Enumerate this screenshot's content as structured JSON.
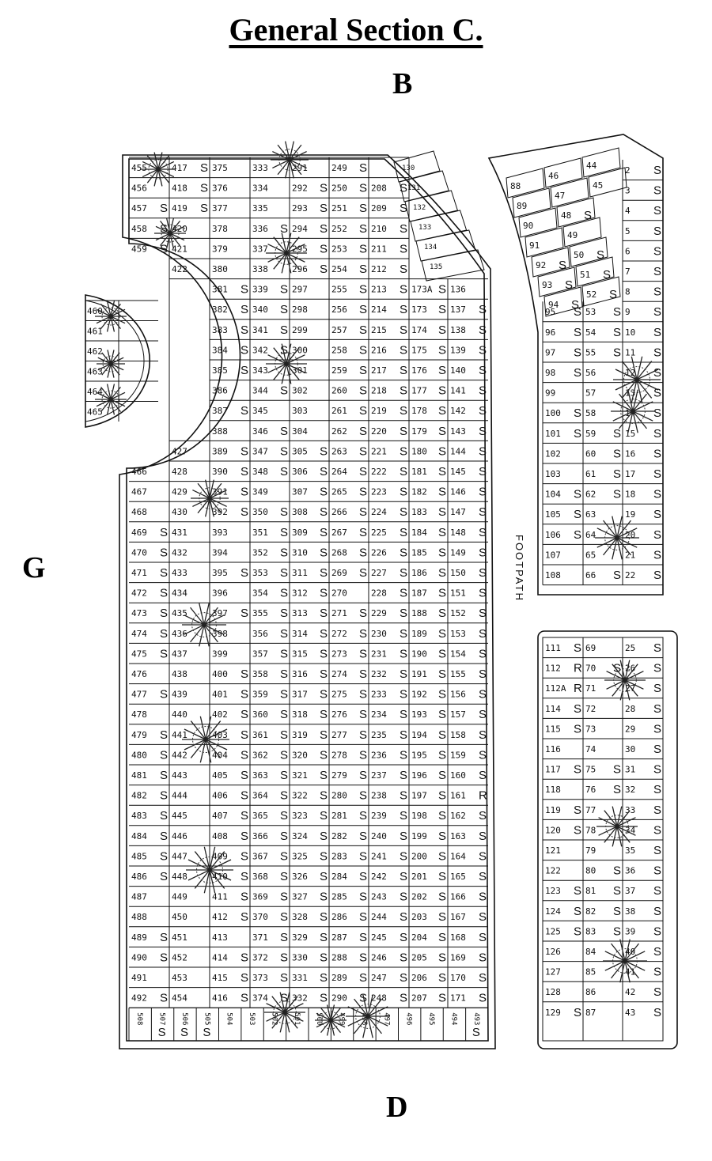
{
  "title": "General Section C.",
  "compass": {
    "north": "B",
    "west": "G",
    "south": "D"
  },
  "footpath_label": "FOOTPATH",
  "main_block": {
    "rows": [
      [
        "455",
        "417 S",
        "375",
        "333",
        "291",
        "249 S"
      ],
      [
        "456",
        "418 S",
        "376",
        "334",
        "292 S",
        "250 S",
        "208 S"
      ],
      [
        "457 S",
        "419 S",
        "377",
        "335",
        "293 S",
        "251 S",
        "209 S"
      ],
      [
        "458 S",
        "420",
        "378",
        "336 S",
        "294 S",
        "252 S",
        "210 S"
      ],
      [
        "459 S",
        "421",
        "379",
        "337",
        "295 S",
        "253 S",
        "211 S"
      ],
      [
        "",
        "422",
        "380",
        "338",
        "296 S",
        "254 S",
        "212 S"
      ],
      [
        "",
        "",
        "381 S",
        "339 S",
        "297",
        "255 S",
        "213 S",
        "173A S",
        "136"
      ],
      [
        "",
        "",
        "382 S",
        "340 S",
        "298",
        "256 S",
        "214 S",
        "173 S",
        "137 S"
      ],
      [
        "",
        "",
        "383 S",
        "341 S",
        "299",
        "257 S",
        "215 S",
        "174 S",
        "138 S"
      ],
      [
        "",
        "",
        "384 S",
        "342 S",
        "300",
        "258 S",
        "216 S",
        "175 S",
        "139 S"
      ],
      [
        "",
        "",
        "385 S",
        "343",
        "301",
        "259 S",
        "217 S",
        "176 S",
        "140 S"
      ],
      [
        "",
        "",
        "386",
        "344 S",
        "302",
        "260 S",
        "218 S",
        "177 S",
        "141 S"
      ],
      [
        "",
        "",
        "387 S",
        "345",
        "303",
        "261 S",
        "219 S",
        "178 S",
        "142 S"
      ],
      [
        "",
        "",
        "388",
        "346 S",
        "304",
        "262 S",
        "220 S",
        "179 S",
        "143 S"
      ],
      [
        "",
        "427",
        "389 S",
        "347 S",
        "305 S",
        "263 S",
        "221 S",
        "180 S",
        "144 S"
      ],
      [
        "466",
        "428",
        "390 S",
        "348 S",
        "306 S",
        "264 S",
        "222 S",
        "181 S",
        "145 S"
      ],
      [
        "467",
        "429",
        "391 S",
        "349",
        "307 S",
        "265 S",
        "223 S",
        "182 S",
        "146 S"
      ],
      [
        "468",
        "430",
        "392 S",
        "350 S",
        "308 S",
        "266 S",
        "224 S",
        "183 S",
        "147 S"
      ],
      [
        "469 S",
        "431",
        "393",
        "351 S",
        "309 S",
        "267 S",
        "225 S",
        "184 S",
        "148 S"
      ],
      [
        "470 S",
        "432",
        "394",
        "352 S",
        "310 S",
        "268 S",
        "226 S",
        "185 S",
        "149 S"
      ],
      [
        "471 S",
        "433",
        "395 S",
        "353 S",
        "311 S",
        "269 S",
        "227 S",
        "186 S",
        "150 S"
      ],
      [
        "472 S",
        "434",
        "396",
        "354 S",
        "312 S",
        "270",
        "228 S",
        "187 S",
        "151 S"
      ],
      [
        "473 S",
        "435",
        "397 S",
        "355 S",
        "313 S",
        "271 S",
        "229 S",
        "188 S",
        "152 S"
      ],
      [
        "474 S",
        "436",
        "398",
        "356 S",
        "314 S",
        "272 S",
        "230 S",
        "189 S",
        "153 S"
      ],
      [
        "475 S",
        "437",
        "399",
        "357 S",
        "315 S",
        "273 S",
        "231 S",
        "190 S",
        "154 S"
      ],
      [
        "476",
        "438",
        "400 S",
        "358 S",
        "316 S",
        "274 S",
        "232 S",
        "191 S",
        "155 S"
      ],
      [
        "477 S",
        "439",
        "401 S",
        "359 S",
        "317 S",
        "275 S",
        "233 S",
        "192 S",
        "156 S"
      ],
      [
        "478",
        "440",
        "402 S",
        "360 S",
        "318 S",
        "276 S",
        "234 S",
        "193 S",
        "157 S"
      ],
      [
        "479 S",
        "441",
        "403 S",
        "361 S",
        "319 S",
        "277 S",
        "235 S",
        "194 S",
        "158 S"
      ],
      [
        "480 S",
        "442",
        "404 S",
        "362 S",
        "320 S",
        "278 S",
        "236 S",
        "195 S",
        "159 S"
      ],
      [
        "481 S",
        "443",
        "405 S",
        "363 S",
        "321 S",
        "279 S",
        "237 S",
        "196 S",
        "160 S"
      ],
      [
        "482 S",
        "444",
        "406 S",
        "364 S",
        "322 S",
        "280 S",
        "238 S",
        "197 S",
        "161 R"
      ],
      [
        "483 S",
        "445",
        "407 S",
        "365 S",
        "323 S",
        "281 S",
        "239 S",
        "198 S",
        "162 S"
      ],
      [
        "484 S",
        "446",
        "408 S",
        "366 S",
        "324 S",
        "282 S",
        "240 S",
        "199 S",
        "163 S"
      ],
      [
        "485 S",
        "447",
        "409 S",
        "367 S",
        "325 S",
        "283 S",
        "241 S",
        "200 S",
        "164 S"
      ],
      [
        "486 S",
        "448",
        "410 S",
        "368 S",
        "326 S",
        "284 S",
        "242 S",
        "201 S",
        "165 S"
      ],
      [
        "487",
        "449",
        "411 S",
        "369 S",
        "327 S",
        "285 S",
        "243 S",
        "202 S",
        "166 S"
      ],
      [
        "488",
        "450",
        "412 S",
        "370 S",
        "328 S",
        "286 S",
        "244 S",
        "203 S",
        "167 S"
      ],
      [
        "489 S",
        "451",
        "413",
        "371 S",
        "329 S",
        "287 S",
        "245 S",
        "204 S",
        "168 S"
      ],
      [
        "490 S",
        "452",
        "414 S",
        "372 S",
        "330 S",
        "288 S",
        "246 S",
        "205 S",
        "169 S"
      ],
      [
        "491",
        "453",
        "415 S",
        "373 S",
        "331 S",
        "289 S",
        "247 S",
        "206 S",
        "170 S"
      ],
      [
        "492 S",
        "454",
        "416 S",
        "374 S",
        "332 S",
        "290 S",
        "248 S",
        "207 S",
        "171 S"
      ]
    ],
    "bottom_row": [
      "508",
      "507 S",
      "506 S",
      "505 S",
      "504",
      "503",
      "502",
      "501",
      "500",
      "499",
      "498",
      "497",
      "496",
      "495",
      "494",
      "493 S"
    ]
  },
  "curved_strip": [
    "130",
    "131",
    "132",
    "133",
    "134",
    "135"
  ],
  "semicircle_block": [
    "460",
    "461",
    "462",
    "463",
    "464",
    "465"
  ],
  "top_right_fan": [
    [
      "88",
      "46",
      "44"
    ],
    [
      "89",
      "47",
      "45"
    ],
    [
      "90",
      "48 S"
    ],
    [
      "91",
      "49"
    ],
    [
      "92 S",
      "50 S"
    ],
    [
      "93 S",
      "51 S"
    ],
    [
      "94 S",
      "52 S"
    ]
  ],
  "right_upper_block": {
    "rows": [
      [
        "",
        "",
        "2 S"
      ],
      [
        "",
        "",
        "3 S"
      ],
      [
        "",
        "",
        "4 S"
      ],
      [
        "",
        "",
        "5 S"
      ],
      [
        "",
        "",
        "6 S"
      ],
      [
        "",
        "",
        "7 S"
      ],
      [
        "",
        "",
        "8 S"
      ],
      [
        "95 S",
        "53 S",
        "9 S"
      ],
      [
        "96 S",
        "54 S",
        "10 S"
      ],
      [
        "97 S",
        "55 S",
        "11 S"
      ],
      [
        "98 S",
        "56",
        "12 S"
      ],
      [
        "99",
        "57",
        "13 S"
      ],
      [
        "100 S",
        "58",
        "14 S"
      ],
      [
        "101 S",
        "59 S",
        "15 S"
      ],
      [
        "102",
        "60 S",
        "16 S"
      ],
      [
        "103",
        "61 S",
        "17 S"
      ],
      [
        "104 S",
        "62 S",
        "18 S"
      ],
      [
        "105 S",
        "63",
        "19 S"
      ],
      [
        "106 S",
        "64",
        "20 S"
      ],
      [
        "107",
        "65",
        "21 S"
      ],
      [
        "108",
        "66 S",
        "22 S"
      ]
    ]
  },
  "right_lower_block": {
    "rows": [
      [
        "111 S",
        "69",
        "25 S"
      ],
      [
        "112 R",
        "70 S",
        "26 S"
      ],
      [
        "112A R",
        "71",
        "27 S"
      ],
      [
        "114 S",
        "72",
        "28 S"
      ],
      [
        "115 S",
        "73",
        "29 S"
      ],
      [
        "116",
        "74",
        "30 S"
      ],
      [
        "117 S",
        "75 S",
        "31 S"
      ],
      [
        "118",
        "76 S",
        "32 S"
      ],
      [
        "119 S",
        "77",
        "33 S"
      ],
      [
        "120 S",
        "78",
        "34 S"
      ],
      [
        "121",
        "79",
        "35 S"
      ],
      [
        "122",
        "80 S",
        "36 S"
      ],
      [
        "123 S",
        "81 S",
        "37 S"
      ],
      [
        "124 S",
        "82 S",
        "38 S"
      ],
      [
        "125 S",
        "83 S",
        "39 S"
      ],
      [
        "126",
        "84",
        "40 S"
      ],
      [
        "127",
        "85",
        "41 S"
      ],
      [
        "128",
        "86",
        "42 S"
      ],
      [
        "129 S",
        "87",
        "43 S"
      ]
    ]
  },
  "tree_icon": "tree-icon"
}
